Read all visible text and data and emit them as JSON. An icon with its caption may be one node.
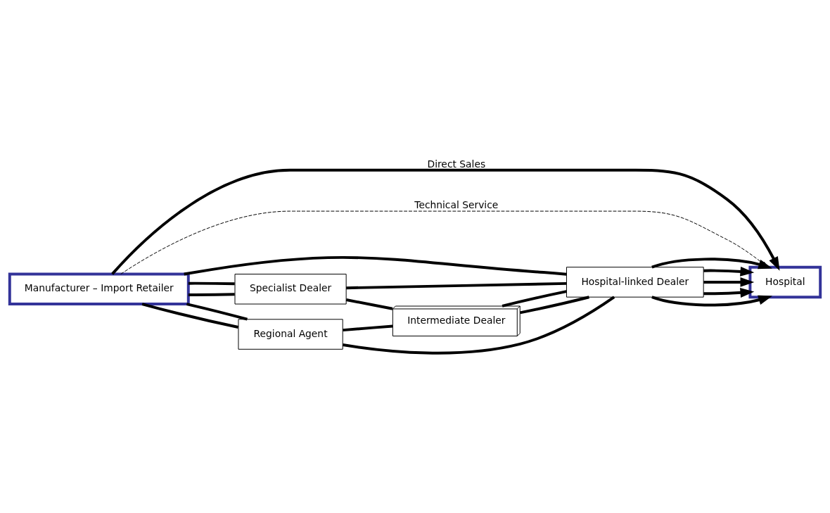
{
  "diagram": {
    "nodes": [
      {
        "text": [
          "Manufacturer – Import Retailer"
        ]
      },
      {
        "text": [
          "Specialist Dealer"
        ]
      },
      {
        "text": [
          "Intermediate Dealer"
        ]
      },
      {
        "text": [
          "Regional Agent"
        ]
      },
      {
        "text": [
          "Hospital-linked Dealer"
        ]
      },
      {
        "text": [
          "Hospital"
        ]
      }
    ],
    "edges": [
      {
        "from": 0,
        "to": 1,
        "arrow": "none"
      },
      {
        "from": 0,
        "to": 1,
        "arrow": "none"
      },
      {
        "from": 1,
        "to": 4,
        "arrow": "none"
      },
      {
        "from": 1,
        "to": 2,
        "arrow": "none"
      },
      {
        "from": 0,
        "to": 3,
        "arrow": "none"
      },
      {
        "from": 0,
        "to": 3,
        "arrow": "none"
      },
      {
        "from": 3,
        "to": 2,
        "arrow": "none"
      },
      {
        "from": 2,
        "to": 4,
        "arrow": "none"
      },
      {
        "from": 2,
        "to": 4,
        "arrow": "none"
      },
      {
        "from": 3,
        "to": 4,
        "arrow": "none"
      },
      {
        "from": 0,
        "to": 4,
        "arrow": "none"
      },
      {
        "from": 4,
        "to": 5,
        "arrow": "to"
      },
      {
        "from": 4,
        "to": 5,
        "arrow": "to"
      },
      {
        "from": 4,
        "to": 5,
        "arrow": "to"
      },
      {
        "from": 4,
        "to": 5,
        "arrow": "to"
      },
      {
        "from": 4,
        "to": 5,
        "arrow": "to"
      },
      {
        "from": 0,
        "to": 5,
        "arrow": "to",
        "label": "Direct Sales"
      },
      {
        "from": 0,
        "to": 5,
        "arrow": "to",
        "label": "Technical Service",
        "style": "dashed"
      }
    ]
  }
}
